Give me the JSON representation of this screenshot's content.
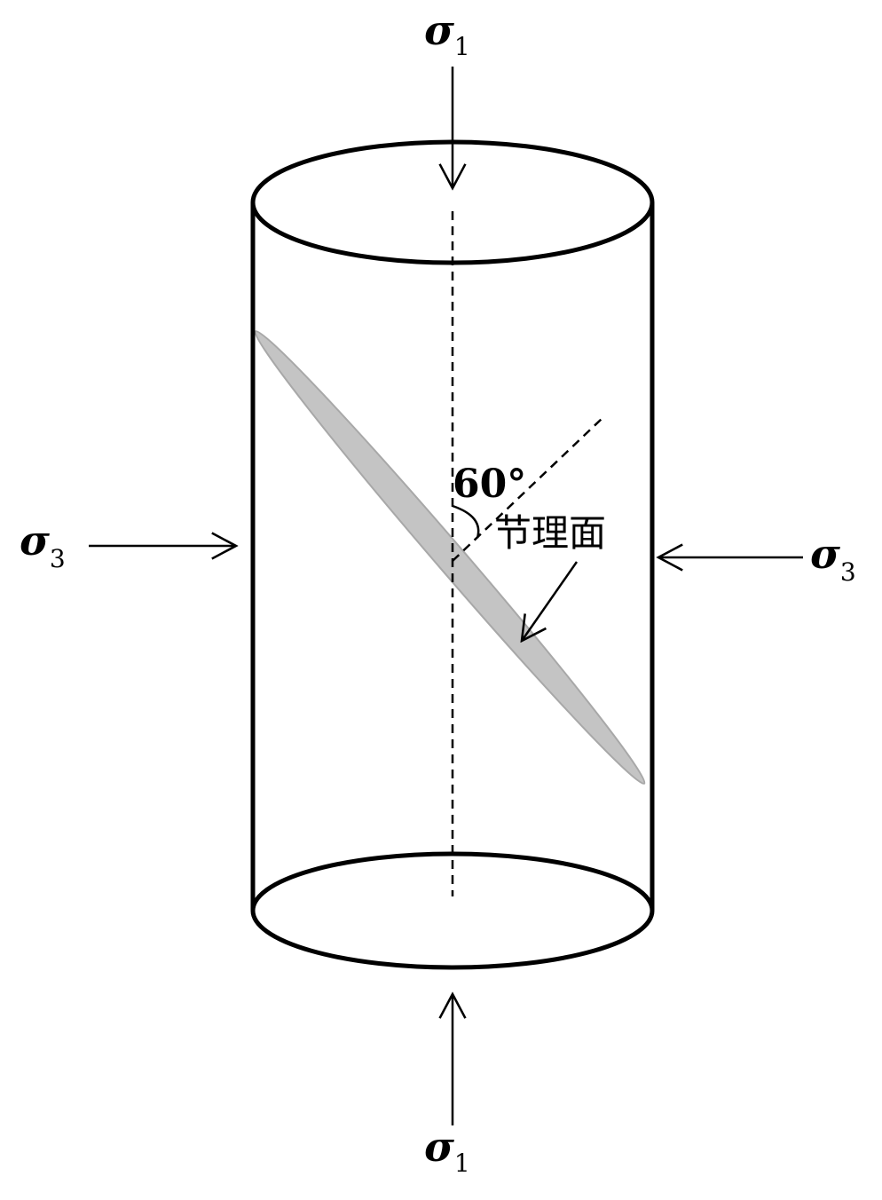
{
  "labels": {
    "sigma1_top": {
      "symbol": "σ",
      "subscript": "1"
    },
    "sigma1_bottom": {
      "symbol": "σ",
      "subscript": "1"
    },
    "sigma3_left": {
      "symbol": "σ",
      "subscript": "3"
    },
    "sigma3_right": {
      "symbol": "σ",
      "subscript": "3"
    },
    "angle": "60°",
    "joint_plane": "节理面"
  },
  "colors": {
    "stroke": "#000000",
    "joint_fill": "#c4c4c4",
    "joint_edge": "#a8a8a8"
  }
}
